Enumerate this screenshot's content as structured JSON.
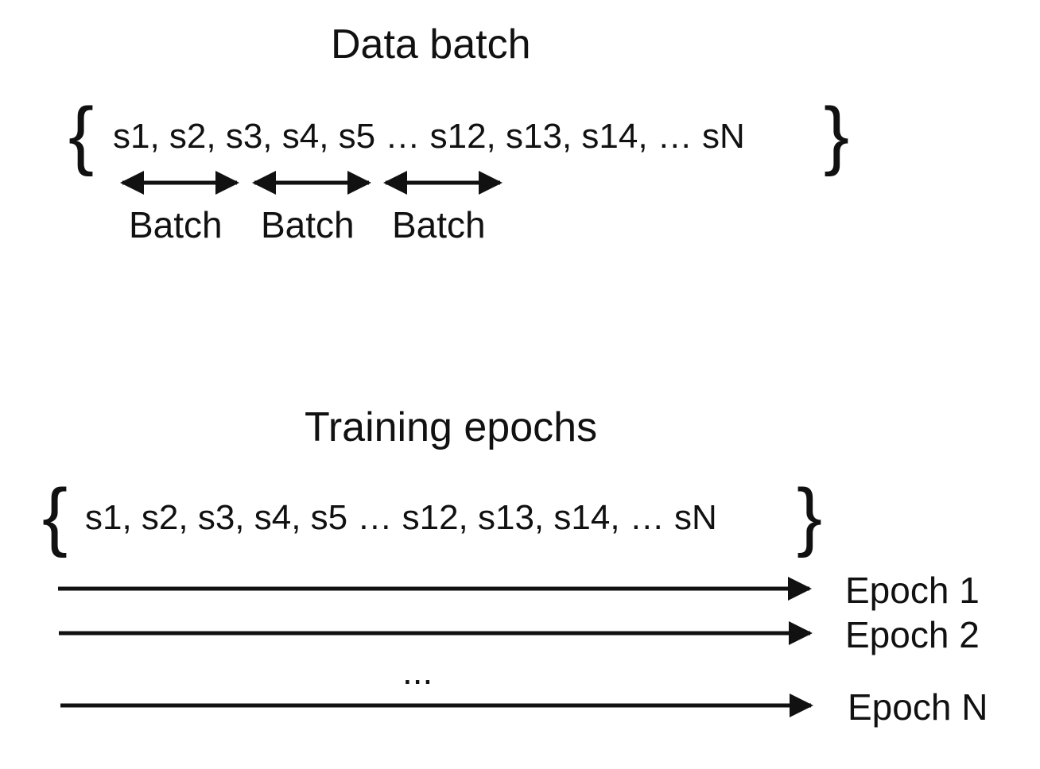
{
  "top_section": {
    "title": "Data batch",
    "open_brace": "{",
    "sequence": "s1, s2, s3, s4, s5 … s12, s13, s14, … sN",
    "close_brace": "}",
    "batch_labels": [
      "Batch",
      "Batch",
      "Batch"
    ]
  },
  "bottom_section": {
    "title": "Training epochs",
    "open_brace": "{",
    "sequence": "s1, s2, s3, s4, s5 … s12, s13, s14, … sN",
    "close_brace": "}",
    "epoch_labels": [
      "Epoch 1",
      "Epoch 2",
      "Epoch N"
    ],
    "ellipsis": "..."
  }
}
